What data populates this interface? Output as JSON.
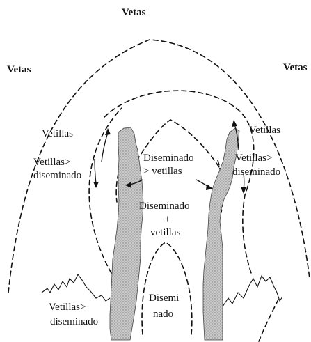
{
  "labels": {
    "vetas_top": "Vetas",
    "vetas_left": "Vetas",
    "vetas_right": "Vetas",
    "vetillas_left": "Vetillas",
    "vetillas_right": "Vetillas",
    "vetillas_dis_left_1": "Vetillas>",
    "vetillas_dis_left_2": "diseminado",
    "vetillas_dis_right_1": "Vetillas>",
    "vetillas_dis_right_2": "diseminado",
    "dis_vet_1": "Diseminado",
    "dis_vet_2": "> vetillas",
    "dis_plus_1": "Diseminado",
    "dis_plus_2": "+",
    "dis_plus_3": "vetillas",
    "vetillas_dis_bottom_1": "Vetillas>",
    "vetillas_dis_bottom_2": "diseminado",
    "disem_1": "Disemi",
    "disem_2": "nado"
  },
  "colors": {
    "line": "#111111",
    "stipple": "#9a9a9a"
  }
}
